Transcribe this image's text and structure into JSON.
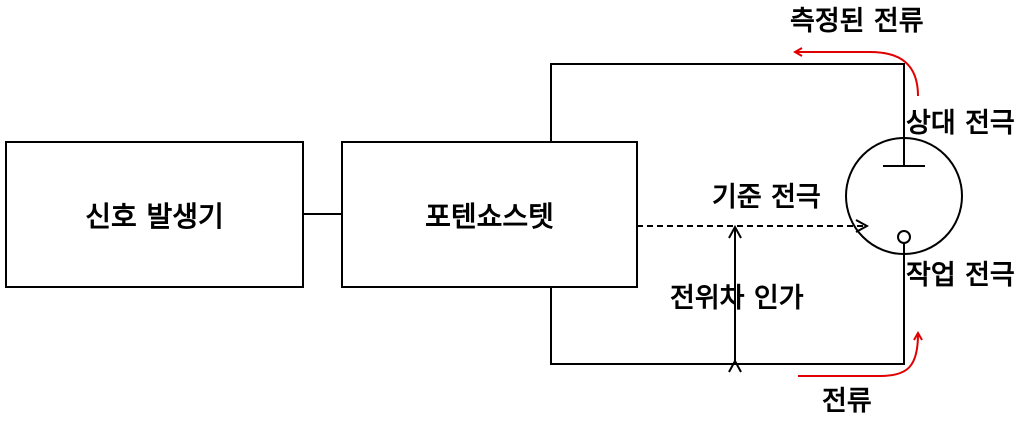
{
  "blocks": {
    "signal_generator": "신호 발생기",
    "potentiostat": "포텐쇼스텟"
  },
  "labels": {
    "measured_current": "측정된 전류",
    "counter_electrode": "상대 전극",
    "reference_electrode": "기준 전극",
    "working_electrode": "작업 전극",
    "potential_applied": "전위차 인가",
    "current": "전류"
  },
  "colors": {
    "line": "#000000",
    "current_arrow": "#e00000"
  }
}
